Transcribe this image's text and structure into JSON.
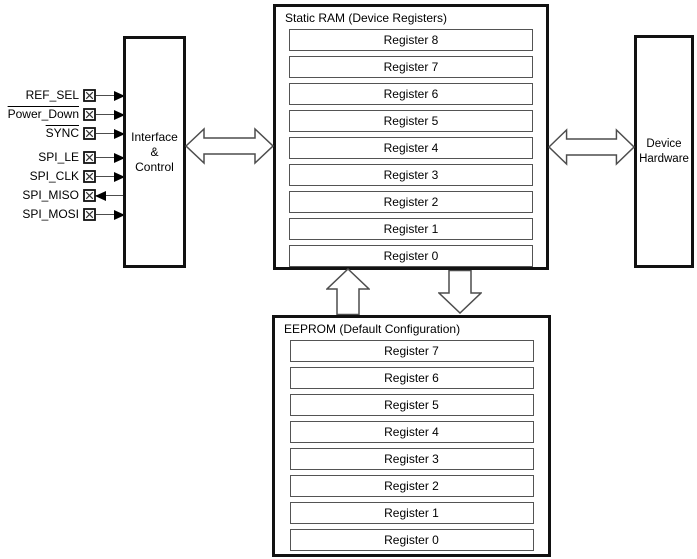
{
  "diagram": {
    "interface_block": {
      "label": "Interface\n&\nControl"
    },
    "device_block": {
      "label": "Device\nHardware"
    },
    "ram_block": {
      "title": "Static RAM (Device Registers)",
      "registers": [
        "Register 8",
        "Register 7",
        "Register 6",
        "Register 5",
        "Register 4",
        "Register 3",
        "Register 2",
        "Register 1",
        "Register 0"
      ]
    },
    "eeprom_block": {
      "title": "EEPROM (Default Configuration)",
      "registers": [
        "Register 7",
        "Register 6",
        "Register 5",
        "Register 4",
        "Register 3",
        "Register 2",
        "Register 1",
        "Register 0"
      ]
    },
    "signals": [
      {
        "label": "REF_SEL",
        "overline": false,
        "direction": "in",
        "group": 1
      },
      {
        "label": "Power_Down",
        "overline": true,
        "direction": "in",
        "group": 1
      },
      {
        "label": "SYNC",
        "overline": true,
        "direction": "in",
        "group": 1
      },
      {
        "label": "SPI_LE",
        "overline": false,
        "direction": "in",
        "group": 2
      },
      {
        "label": "SPI_CLK",
        "overline": false,
        "direction": "in",
        "group": 2
      },
      {
        "label": "SPI_MISO",
        "overline": false,
        "direction": "out",
        "group": 2
      },
      {
        "label": "SPI_MOSI",
        "overline": false,
        "direction": "in",
        "group": 2
      }
    ],
    "colors": {
      "box_border": "#111111",
      "register_border": "#545454",
      "arrow_outline": "#4d4d4d",
      "background": "#ffffff"
    }
  }
}
